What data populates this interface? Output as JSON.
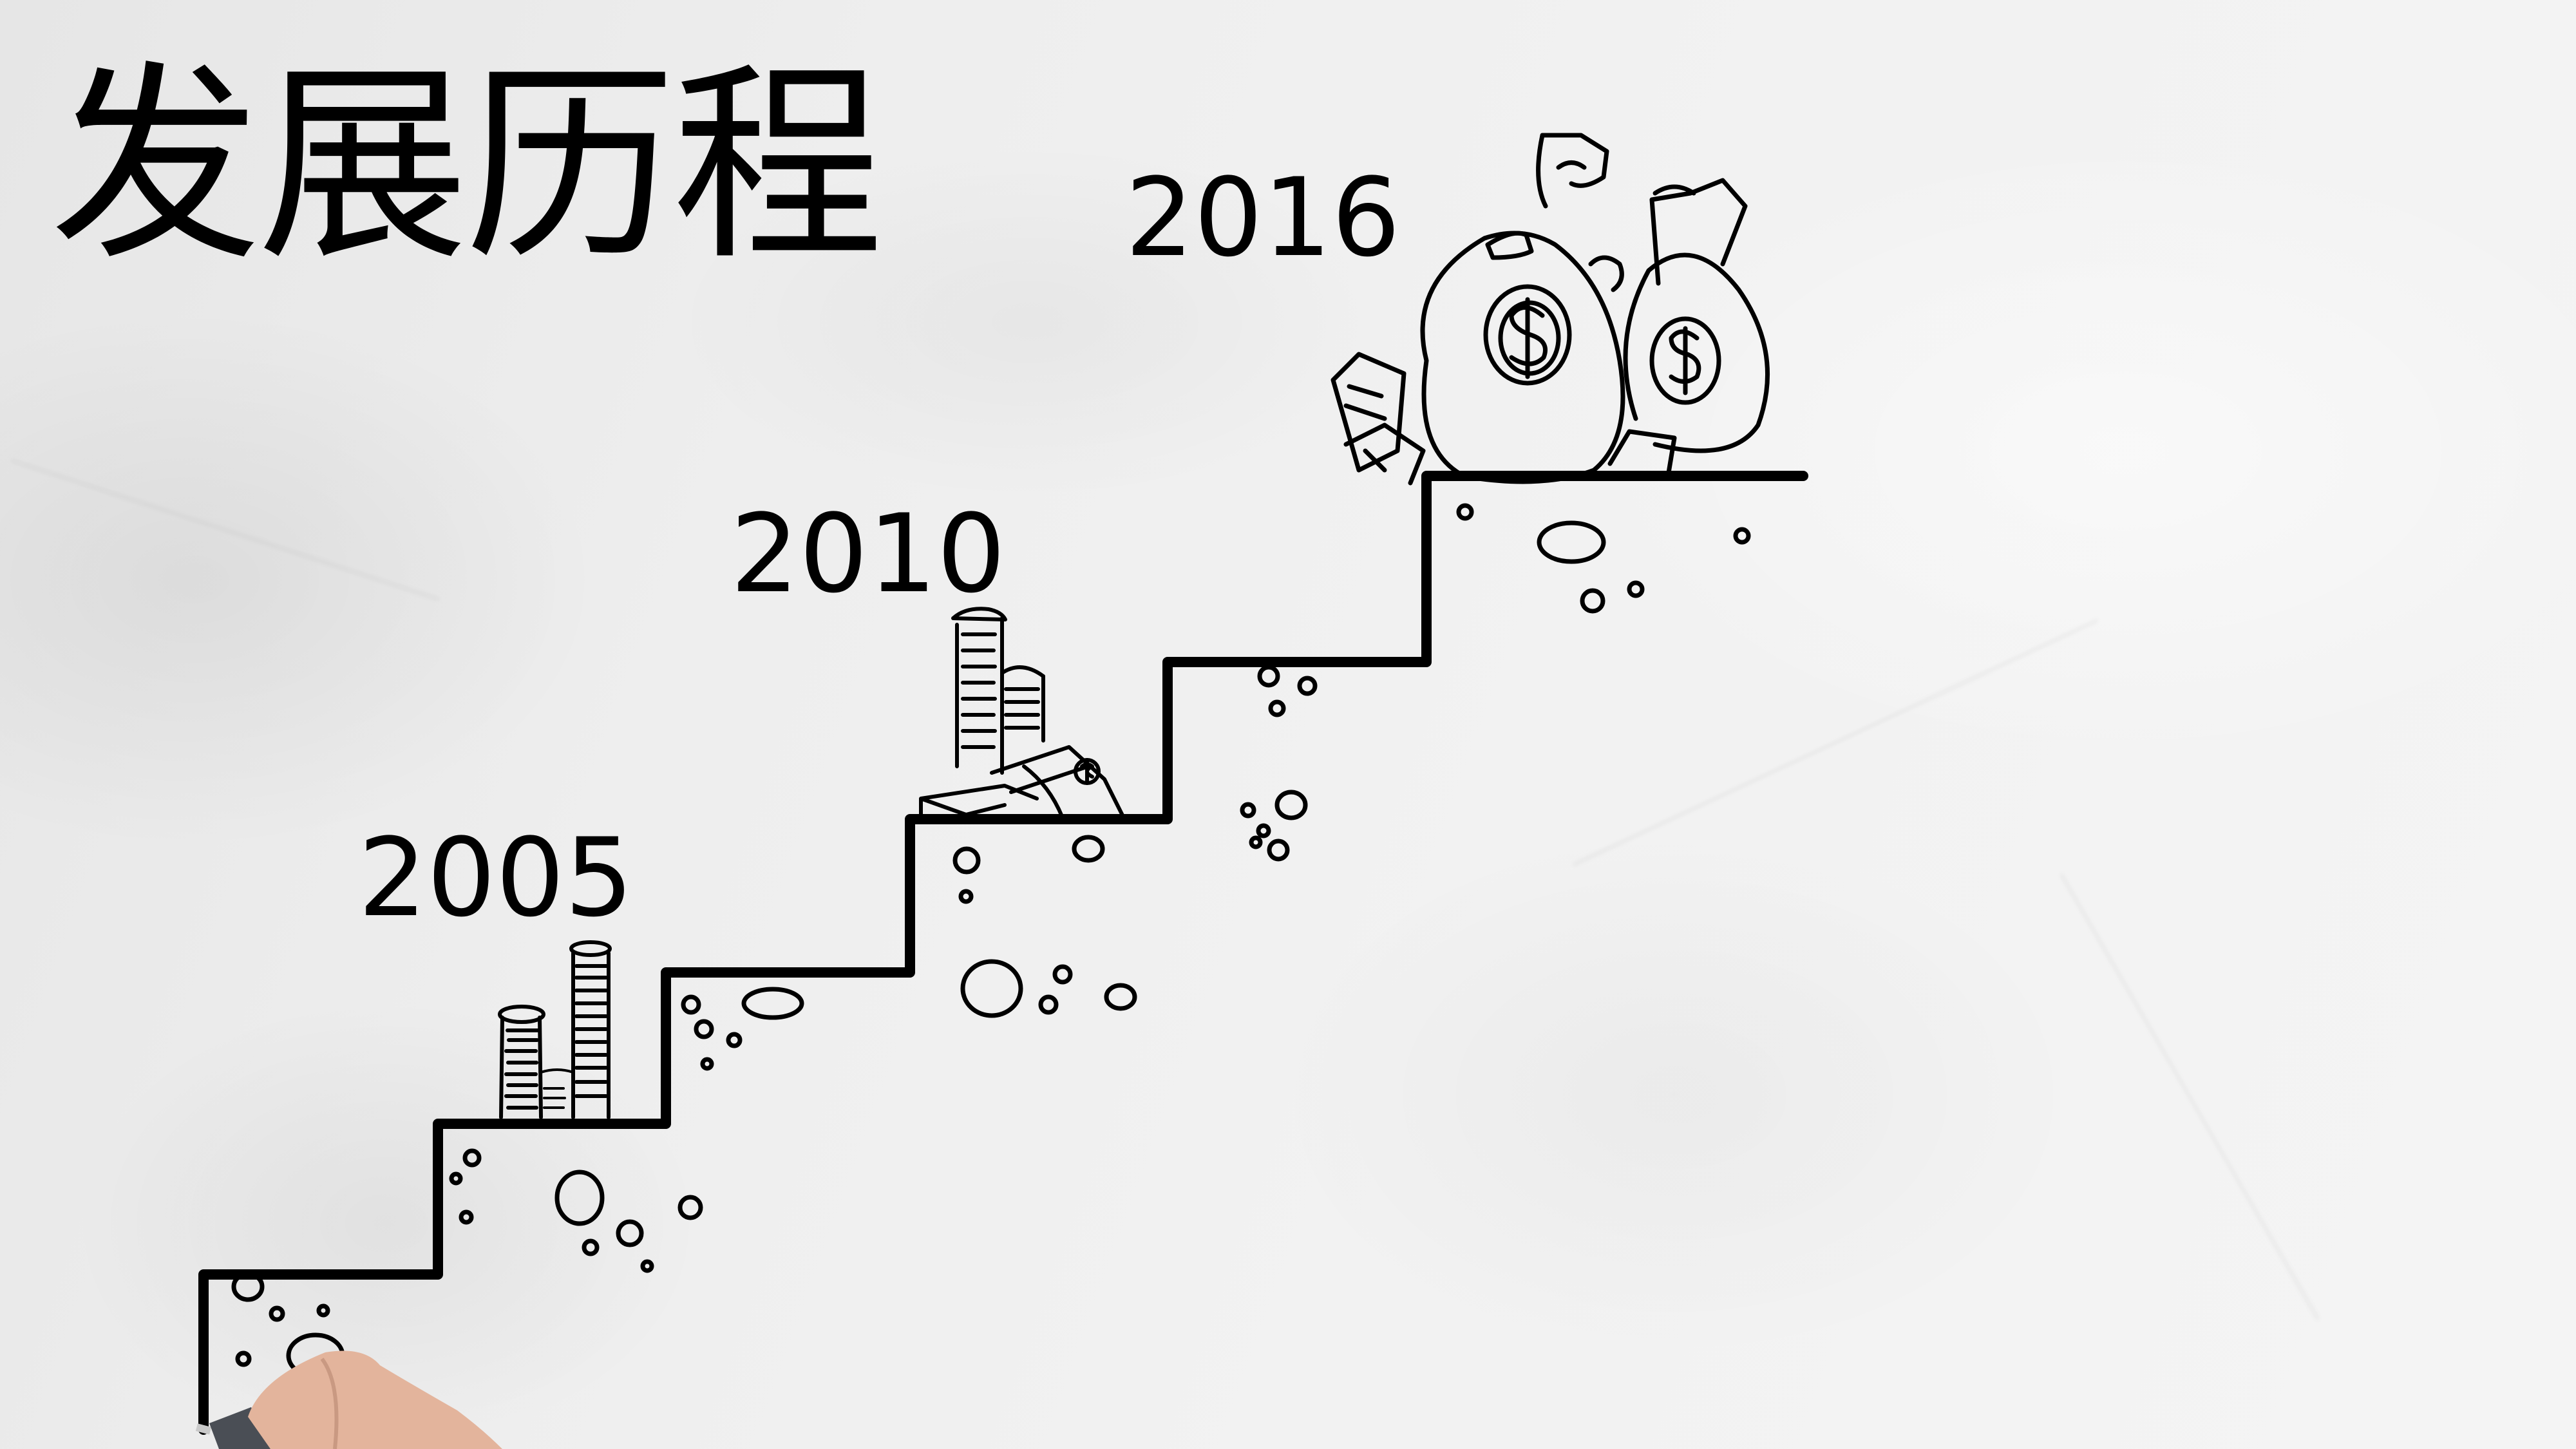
{
  "slide": {
    "title": "发展历程",
    "background": "crumpled-white-paper",
    "colors": {
      "ink": "#000000",
      "paper": "#efefef",
      "skin": "#e3b49c",
      "pen": "#4a4e55"
    }
  },
  "timeline": {
    "milestones": [
      {
        "year": "2005",
        "illustration": "coin-stacks-icon"
      },
      {
        "year": "2010",
        "illustration": "coins-and-cash-icon"
      },
      {
        "year": "2016",
        "illustration": "money-bags-icon"
      }
    ],
    "staircase_steps": 6
  },
  "decor": {
    "hand": "hand-holding-pen"
  }
}
